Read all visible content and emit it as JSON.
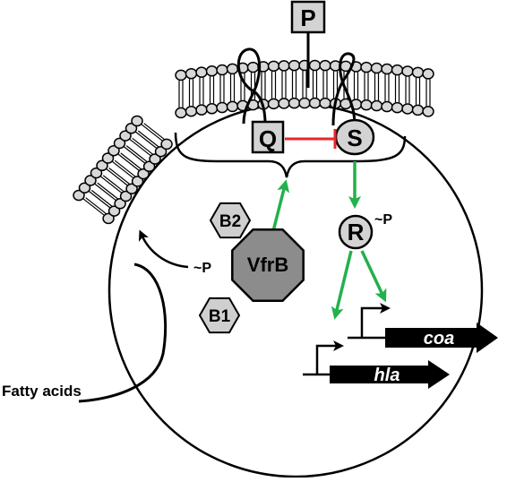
{
  "labels": {
    "p": "P",
    "q": "Q",
    "s": "S",
    "r": "R",
    "r_phospho": "~P",
    "vfrb": "VfrB",
    "b1": "B1",
    "b2": "B2",
    "vfrb_phospho": "~P",
    "fatty_acids": "Fatty acids",
    "gene_coa": "coa",
    "gene_hla": "hla"
  },
  "colors": {
    "activation_arrow": "#22b14c",
    "inhibition": "#e8262b",
    "protein_fill": "#d3d3d3",
    "vfrb_fill": "#8c8c8c",
    "hexagon_fill": "#cfcfcf",
    "lipid_head": "#d8d8d8",
    "gene_fill": "#000000",
    "line": "#000000"
  }
}
